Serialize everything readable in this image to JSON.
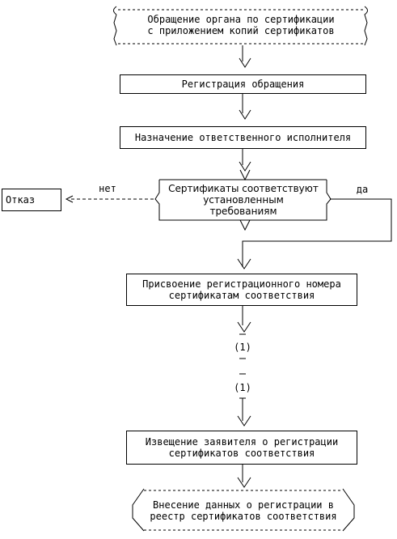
{
  "nodes": {
    "start": "Обращение органа по сертификации\nс приложением копий сертификатов",
    "registration": "Регистрация обращения",
    "assign": "Назначение ответственного исполнителя",
    "decision": "Сертификаты соответствуют\nустановленным\nтребованиям",
    "reject": "Отказ",
    "assign_number": "Присвоение регистрационного номера\nсертификатам соответствия",
    "notify": "Извещение заявителя о регистрации\nсертификатов соответствия",
    "end": "Внесение данных о регистрации в\nреестр сертификатов соответствия"
  },
  "labels": {
    "no": "нет",
    "yes": "да"
  },
  "connectors": {
    "connector_a": "(1)",
    "connector_b": "(1)"
  }
}
